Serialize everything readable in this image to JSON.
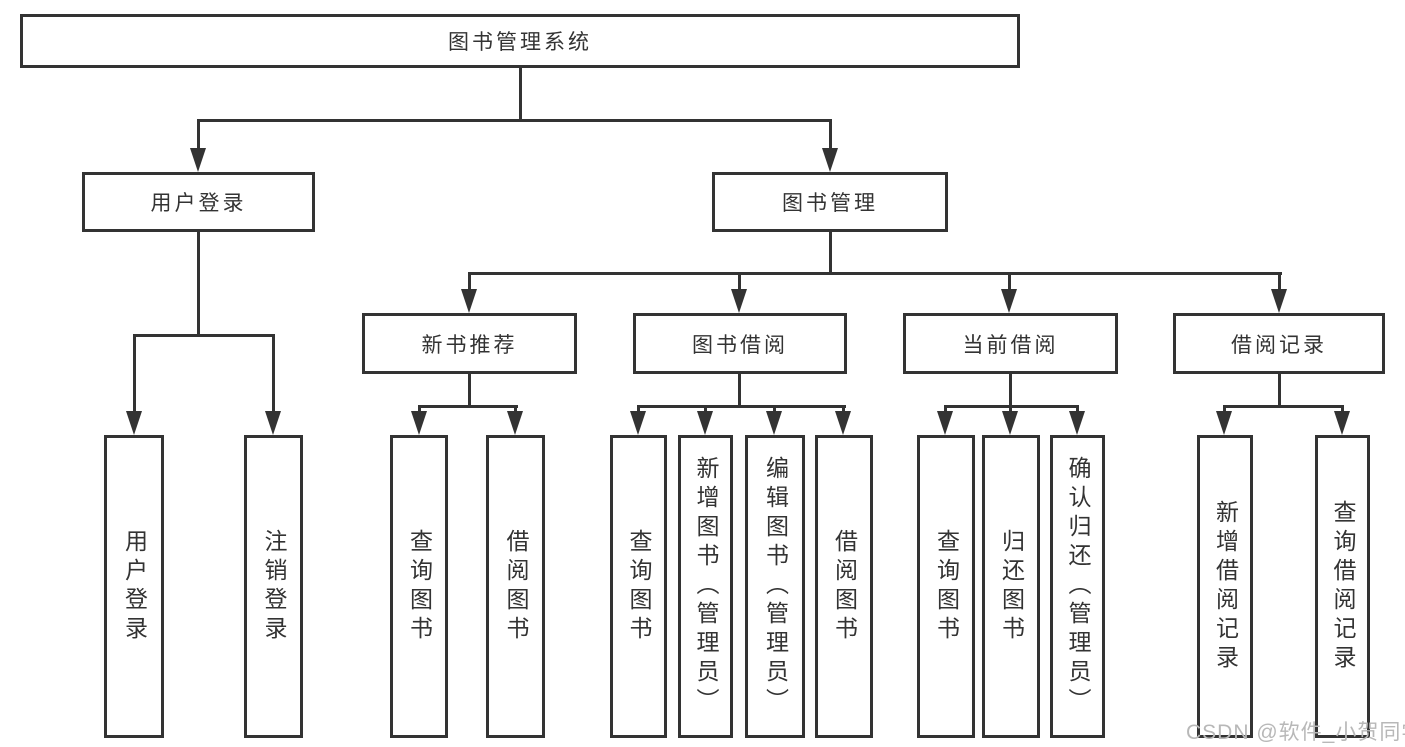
{
  "tree": {
    "label": "图书管理系统",
    "children": [
      {
        "label": "用户登录",
        "children": [
          {
            "label": "用户登录"
          },
          {
            "label": "注销登录"
          }
        ]
      },
      {
        "label": "图书管理",
        "children": [
          {
            "label": "新书推荐",
            "children": [
              {
                "label": "查询图书"
              },
              {
                "label": "借阅图书"
              }
            ]
          },
          {
            "label": "图书借阅",
            "children": [
              {
                "label": "查询图书"
              },
              {
                "label": "新增图书（管理员）"
              },
              {
                "label": "编辑图书（管理员）"
              },
              {
                "label": "借阅图书"
              }
            ]
          },
          {
            "label": "当前借阅",
            "children": [
              {
                "label": "查询图书"
              },
              {
                "label": "归还图书"
              },
              {
                "label": "确认归还（管理员）"
              }
            ]
          },
          {
            "label": "借阅记录",
            "children": [
              {
                "label": "新增借阅记录"
              },
              {
                "label": "查询借阅记录"
              }
            ]
          }
        ]
      }
    ]
  },
  "watermark": {
    "text": "CSDN @软件_小贺同学"
  },
  "colors": {
    "line": "#333333",
    "box_fill": "#ffffff",
    "watermark": "#b8b8b8"
  }
}
